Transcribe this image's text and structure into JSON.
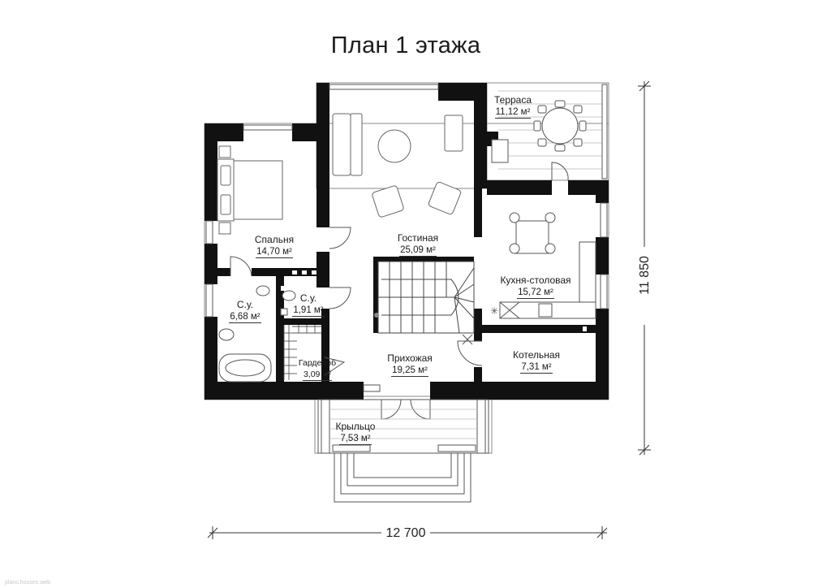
{
  "title": "План 1 этажа",
  "rooms": {
    "terrace": {
      "name": "Терраса",
      "area": "11,12 м²"
    },
    "living": {
      "name": "Гостиная",
      "area": "25,09 м²"
    },
    "bedroom": {
      "name": "Спальня",
      "area": "14,70 м²"
    },
    "bath1": {
      "name": "С.у.",
      "area": "6,68 м²"
    },
    "bath2": {
      "name": "С.у.",
      "area": "1,91 м²"
    },
    "kitchen": {
      "name": "Кухня-столовая",
      "area": "15,72 м²"
    },
    "boiler": {
      "name": "Котельная",
      "area": "7,31 м²"
    },
    "wardrobe": {
      "name": "Гардероб",
      "area": "3,09 м²"
    },
    "hall": {
      "name": "Прихожая",
      "area": "19,25 м²"
    },
    "porch": {
      "name": "Крыльцо",
      "area": "7,53 м²"
    }
  },
  "dimensions": {
    "width": "12 700",
    "height": "11 850"
  },
  "credit": "plans.houses.web",
  "colors": {
    "wall": "#111111",
    "line": "#555555"
  }
}
